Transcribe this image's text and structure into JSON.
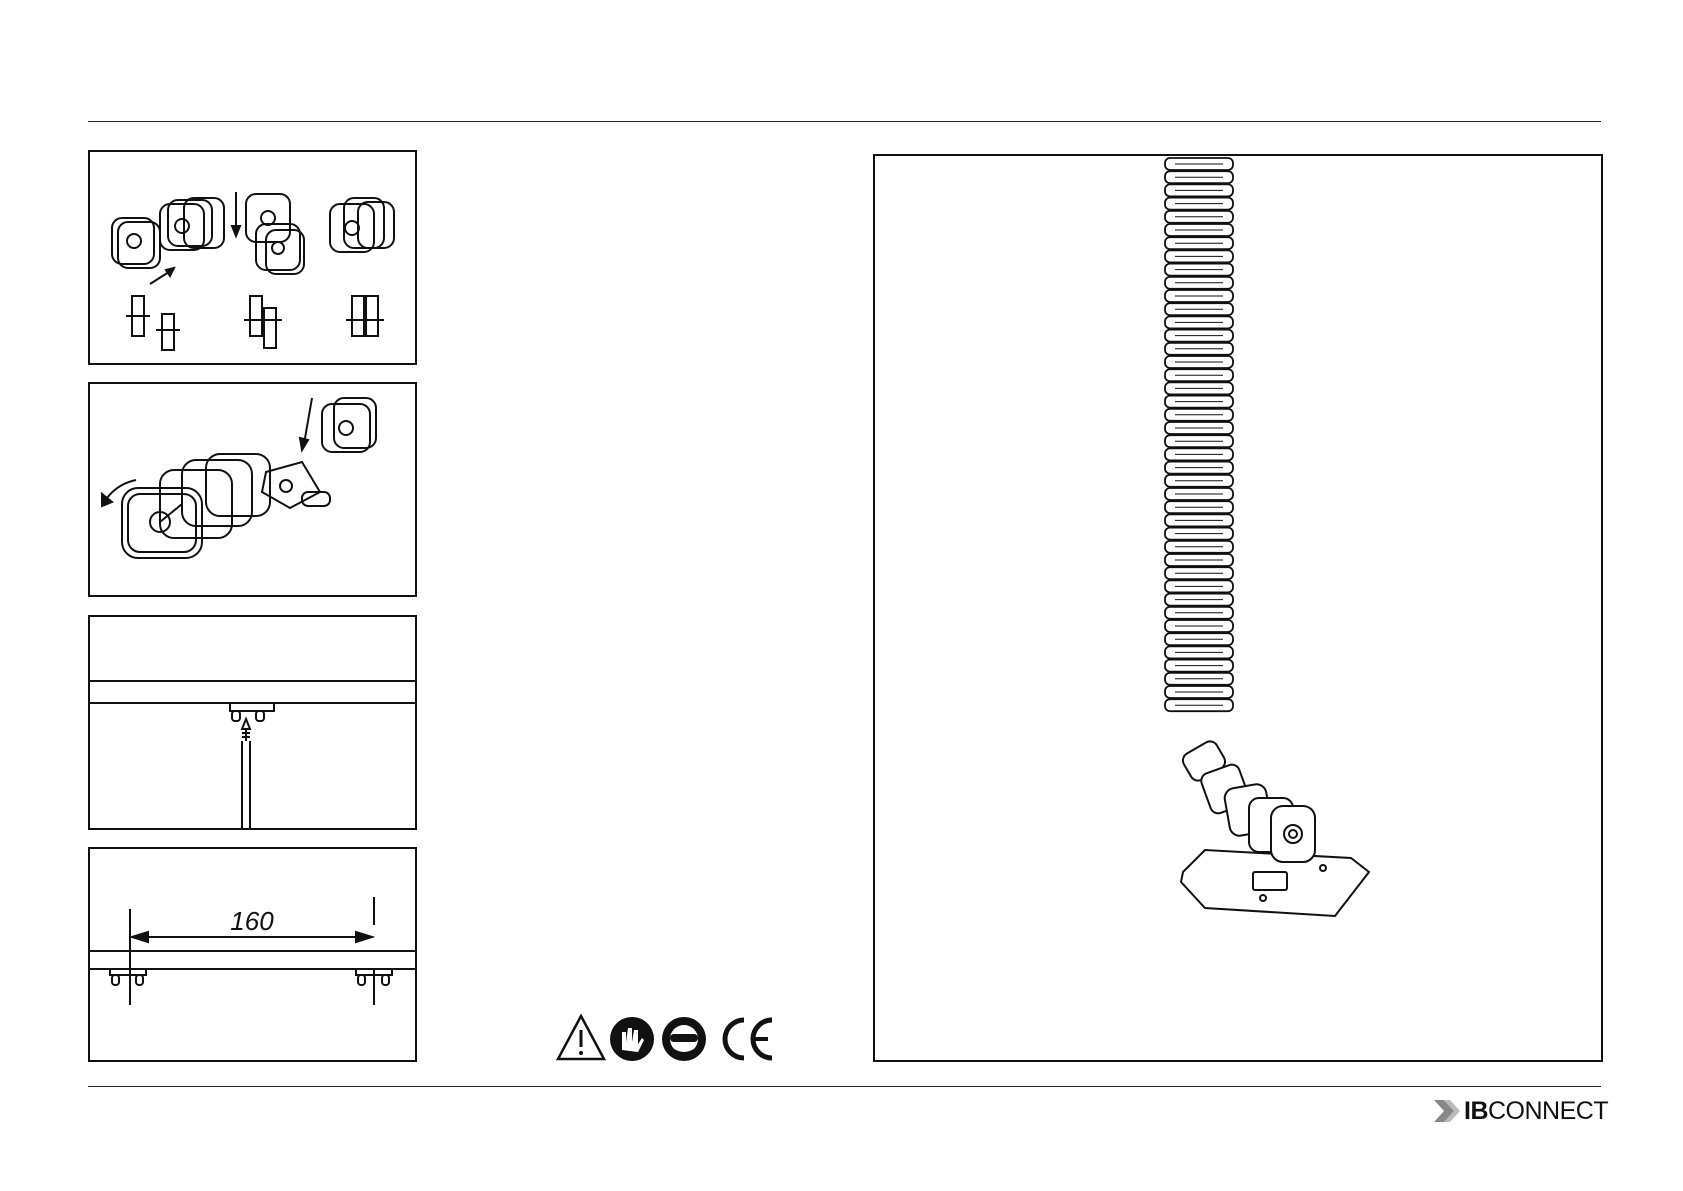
{
  "dimension": {
    "value": "160"
  },
  "brand": {
    "prefix": "IB",
    "suffix": "CONNECT"
  },
  "icons": [
    "warning-triangle-icon",
    "gloves-icon",
    "safety-goggles-icon",
    "ce-mark-icon"
  ],
  "colors": {
    "line": "#111111",
    "logo_gray": "#888888",
    "background": "#ffffff"
  }
}
